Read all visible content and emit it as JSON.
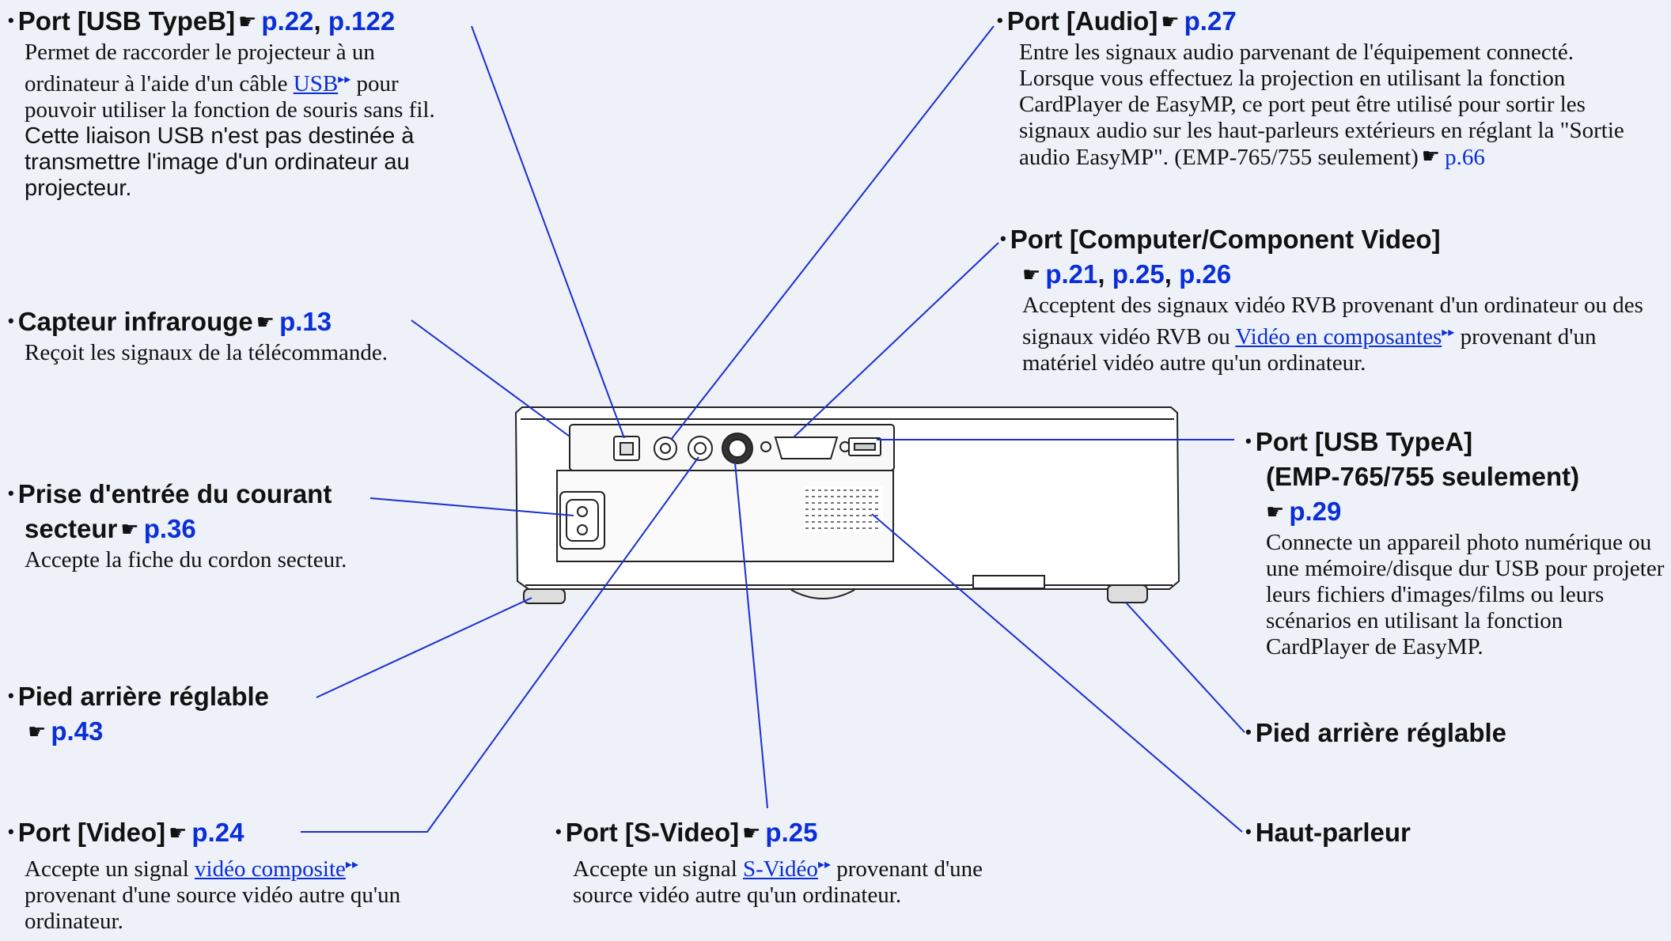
{
  "glyphs": {
    "hand": "☛",
    "arrow": "▸▸",
    "bullet": "•"
  },
  "items": {
    "usb_b": {
      "title": "Port [USB TypeB]",
      "ref1": "p.22",
      "sep": ",",
      "ref2": "p.122",
      "desc_serif_1": "Permet de raccorder le projecteur à un ordinateur à l'aide d'un câble ",
      "desc_link": "USB",
      "desc_serif_2": " pour pouvoir utiliser la fonction de souris sans fil.",
      "desc_sans": "Cette liaison USB n'est pas destinée à transmettre l'image d'un ordinateur au projecteur."
    },
    "audio": {
      "title": "Port [Audio]",
      "ref1": "p.27",
      "desc": "Entre les signaux audio parvenant de l'équipement connecté. Lorsque vous effectuez la projection en utilisant la fonction CardPlayer de EasyMP, ce port peut être utilisé pour sortir les signaux audio sur les haut-parleurs extérieurs en réglant la \"Sortie audio EasyMP\". (EMP-765/755 seulement)",
      "desc_ref": "p.66"
    },
    "ir": {
      "title": "Capteur infrarouge",
      "ref1": "p.13",
      "desc": "Reçoit les signaux de la télécommande."
    },
    "computer": {
      "title": "Port [Computer/Component Video]",
      "ref1": "p.21",
      "ref2": "p.25",
      "ref3": "p.26",
      "sep": ",",
      "desc_1": "Acceptent des signaux vidéo RVB provenant d'un ordinateur ou des signaux vidéo RVB ou ",
      "desc_link": "Vidéo en composantes",
      "desc_2": " provenant d'un matériel vidéo autre qu'un ordinateur."
    },
    "power": {
      "title_1": "Prise d'entrée du courant",
      "title_2": "secteur",
      "ref1": "p.36",
      "desc": "Accepte la fiche du cordon secteur."
    },
    "usb_a": {
      "title_1": "Port [USB TypeA]",
      "title_2": "(EMP-765/755 seulement)",
      "ref1": "p.29",
      "desc": "Connecte un appareil photo numérique ou une mémoire/disque dur USB pour projeter leurs fichiers d'images/films ou leurs scénarios en utilisant la fonction CardPlayer de EasyMP."
    },
    "foot_left": {
      "title": "Pied arrière réglable",
      "ref1": "p.43"
    },
    "foot_right": {
      "title": "Pied arrière réglable"
    },
    "video": {
      "title": "Port [Video]",
      "ref1": "p.24",
      "desc_1": "Accepte un signal ",
      "desc_link": "vidéo composite",
      "desc_2": " provenant d'une source vidéo autre qu'un ordinateur."
    },
    "svideo": {
      "title": "Port [S-Video]",
      "ref1": "p.25",
      "desc_1": "Accepte un signal ",
      "desc_link": "S-Vidéo",
      "desc_2": " provenant d'une source vidéo autre qu'un ordinateur."
    },
    "speaker": {
      "title": "Haut-parleur"
    }
  },
  "colors": {
    "link": "#0a2ed8",
    "leader": "#1a2fd0",
    "text": "#111111",
    "background": "#eef1f7"
  }
}
